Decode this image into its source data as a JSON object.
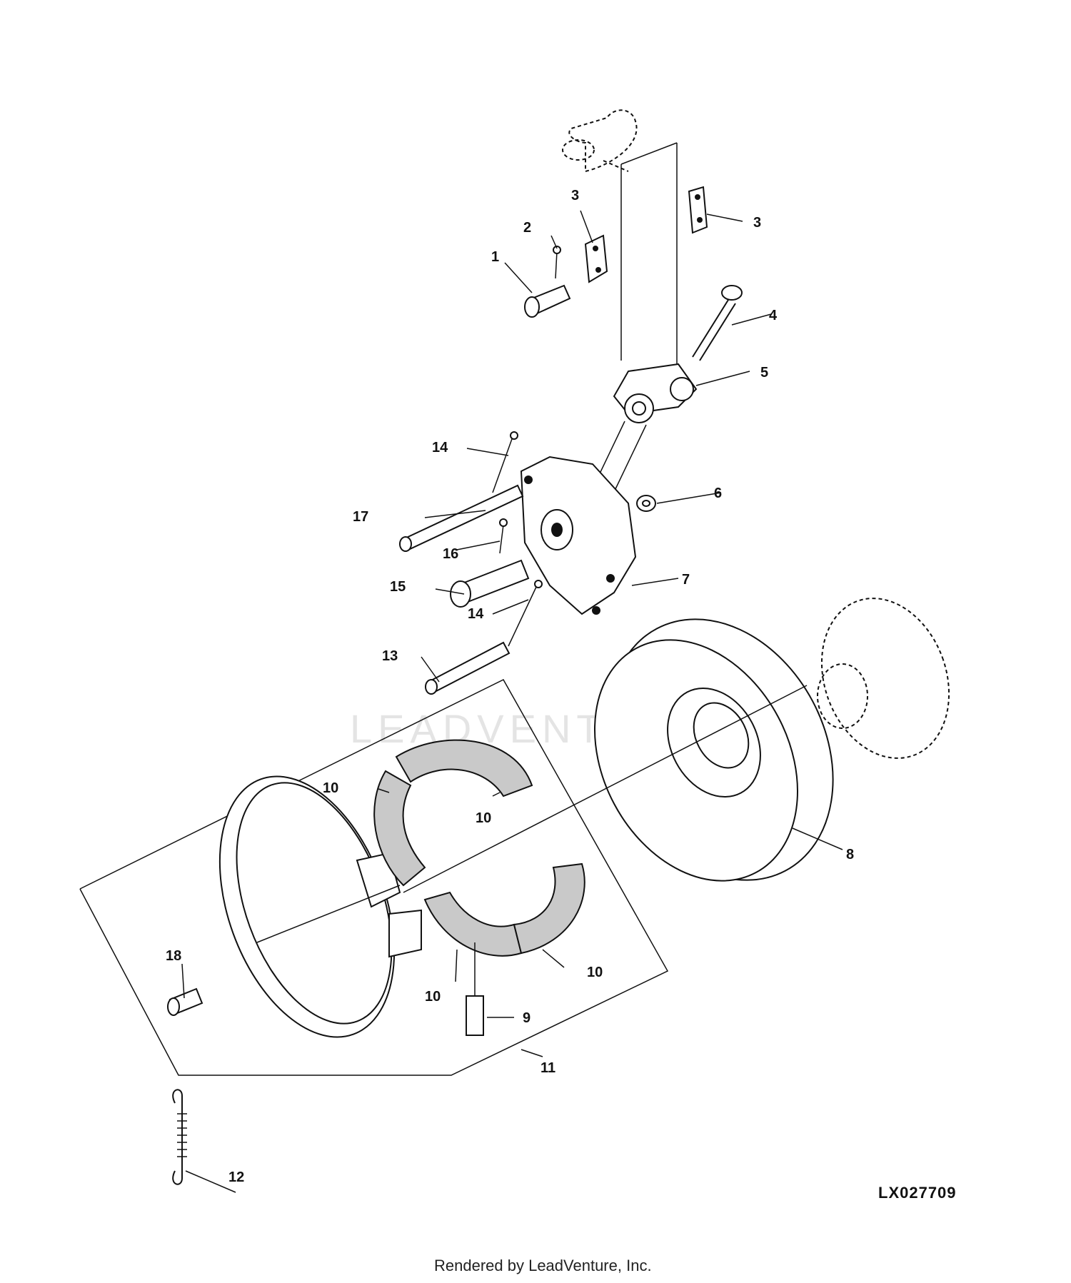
{
  "callouts": {
    "c1": "1",
    "c2": "2",
    "c3a": "3",
    "c3b": "3",
    "c4": "4",
    "c5": "5",
    "c6": "6",
    "c7": "7",
    "c8": "8",
    "c9": "9",
    "c10a": "10",
    "c10b": "10",
    "c10c": "10",
    "c10d": "10",
    "c11": "11",
    "c12": "12",
    "c13": "13",
    "c14a": "14",
    "c14b": "14",
    "c15": "15",
    "c16": "16",
    "c17": "17",
    "c18": "18"
  },
  "figure_ref": "LX027709",
  "watermark": "LEADVENTURE",
  "footer": "Rendered by LeadVenture, Inc.",
  "icons": [
    "pin-icon",
    "cotter-pin-icon",
    "link-plate-icon",
    "bolt-icon",
    "clevis-icon",
    "washer-icon",
    "brake-lever-icon",
    "brake-drum-icon",
    "spring-icon",
    "brake-band-icon",
    "brake-lining-icon"
  ]
}
